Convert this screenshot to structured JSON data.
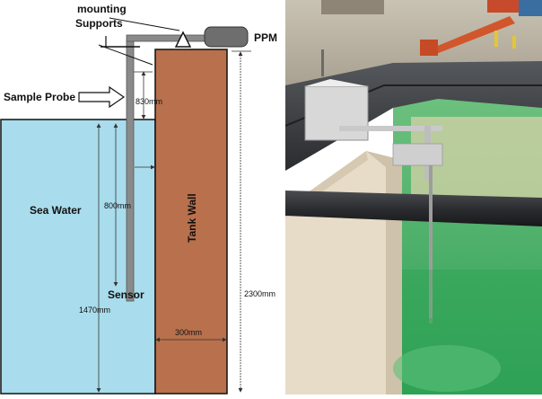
{
  "diagram": {
    "labels": {
      "mounting_supports_line1": "mounting",
      "mounting_supports_line2": "Supports",
      "ppm": "PPM",
      "sample_probe": "Sample Probe",
      "sea_water": "Sea Water",
      "tank_wall": "Tank Wall",
      "sensor": "Sensor"
    },
    "dimensions": {
      "probe_offset": "830mm",
      "probe_depth": "800mm",
      "water_depth": "1470mm",
      "wall_height": "2300mm",
      "wall_thickness": "300mm"
    },
    "colors": {
      "water": "#a9dcec",
      "wall": "#b8704d",
      "ppm_box": "#6e6e6e",
      "probe": "#8a8a8a"
    }
  },
  "photo": {
    "colors": {
      "sky_sand": "#b7b1a2",
      "concrete": "#e7dcc8",
      "liner": "#3a3d40",
      "pool_water": "#3fae62",
      "instrument_box": "#d8d8d8"
    }
  }
}
